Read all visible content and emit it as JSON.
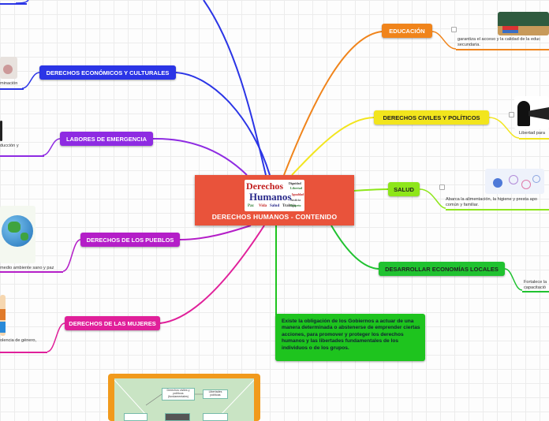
{
  "central": {
    "title": "DERECHOS HUMANOS - CONTENIDO",
    "image": {
      "words": [
        "Derechos",
        "Humanos",
        "Dignidad",
        "Libertad",
        "Igualdad",
        "Justicia",
        "Paz",
        "Vida",
        "Salud",
        "Trabajo",
        "Respeto",
        "Educación",
        "Derecho"
      ]
    }
  },
  "branches": {
    "educacion": {
      "label": "EDUCACIÓN",
      "color": "#f0841b",
      "text": "garantiza el acceso y la calidad de la educ\nsecundaria."
    },
    "civiles": {
      "label": "DERECHOS CIVILES Y POLÍTICOS",
      "color": "#f2e51d",
      "text": "Libertad para"
    },
    "salud": {
      "label": "SALUD",
      "color": "#8ee61a",
      "text": "Abarca la alimentación, la higiene y presta apo\ncomún y familiar."
    },
    "economias": {
      "label": "DESARROLLAR ECONOMÍAS LOCALES",
      "color": "#20c230",
      "text": "Fortalece la\ncapacitació"
    },
    "economicos": {
      "label": "DERECHOS ECONÓMICOS Y CULTURALES",
      "color": "#2b35e6",
      "text": "minación"
    },
    "emergencia": {
      "label": "LABORES DE EMERGENCIA",
      "color": "#8e2be2",
      "text": "ducción y"
    },
    "pueblos": {
      "label": "DERECHOS DE LOS PUEBLOS",
      "color": "#b41ec8",
      "text": "medio ambiente sano y paz"
    },
    "mujeres": {
      "label": "DERECHOS DE LAS MUJERES",
      "color": "#e0209a",
      "text": "olencia de género,"
    }
  },
  "note": {
    "text": "Existe la obligación de los Gobiernos a actuar de una manera determinada o abstenerse de emprender ciertas acciones, para promover y proteger los derechos humanos y las libertades fundamentales de los individuos o de los grupos."
  },
  "thumbnail": {
    "boxes": [
      "Derechos civiles y políticos (fundamentales)",
      "Libertades políticas"
    ]
  }
}
